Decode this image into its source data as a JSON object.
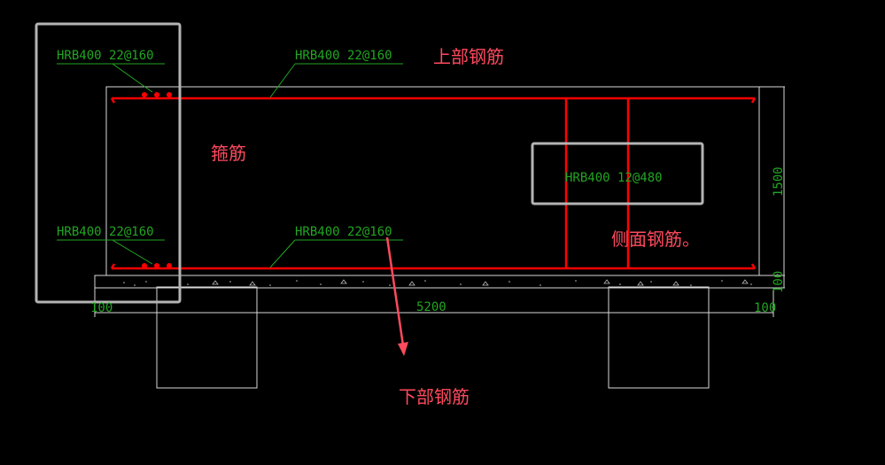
{
  "labels": {
    "top_left_rebar": "HRB400  22@160",
    "top_rebar": "HRB400  22@160",
    "bottom_left_rebar": "HRB400  22@160",
    "bottom_rebar": "HRB400  22@160",
    "side_rebar": "HRB400  12@480",
    "dim_height": "1500",
    "dim_base": "100",
    "dim_left": "100",
    "dim_span": "5200",
    "dim_right": "100"
  },
  "annotations": {
    "top_bars": "上部钢筋",
    "stirrup": "箍筋",
    "side_bars": "侧面钢筋。",
    "bottom_bars": "下部钢筋"
  },
  "colors": {
    "background": "#000000",
    "outline": "#ffffff",
    "rebar": "#ff0000",
    "cad_text": "#22a522",
    "annotation": "#ff4a5e",
    "highlight_box": "#b4b4b4"
  }
}
